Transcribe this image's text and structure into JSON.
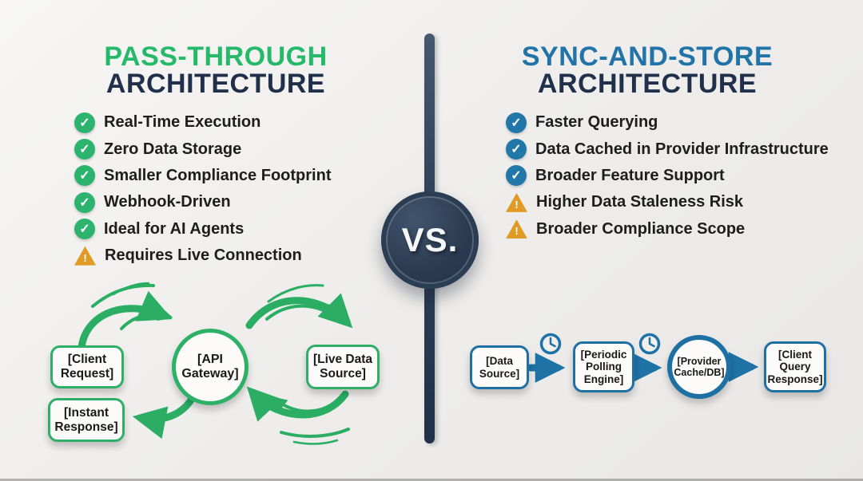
{
  "center": {
    "vs_label": "VS."
  },
  "colors": {
    "green_accent": "#25b969",
    "blue_accent": "#2173a8",
    "dark_navy": "#20304a",
    "warning_orange": "#e09a26",
    "background": "#efeeec"
  },
  "left": {
    "title_accent": "PASS-THROUGH",
    "title_rest": "ARCHITECTURE",
    "items": [
      {
        "icon": "check-icon",
        "label": "Real-Time Execution"
      },
      {
        "icon": "check-icon",
        "label": "Zero Data Storage"
      },
      {
        "icon": "check-icon",
        "label": "Smaller Compliance Footprint"
      },
      {
        "icon": "check-icon",
        "label": "Webhook-Driven"
      },
      {
        "icon": "check-icon",
        "label": "Ideal for AI Agents"
      },
      {
        "icon": "warning-icon",
        "label": "Requires Live Connection"
      }
    ],
    "flow": {
      "client_request": "[Client Request]",
      "api_gateway": "[API Gateway]",
      "live_data_source": "[Live Data Source]",
      "instant_response": "[Instant Response]"
    }
  },
  "right": {
    "title_accent": "SYNC-AND-STORE",
    "title_rest": "ARCHITECTURE",
    "items": [
      {
        "icon": "check-icon",
        "label": "Faster Querying"
      },
      {
        "icon": "check-icon",
        "label": "Data Cached in Provider Infrastructure"
      },
      {
        "icon": "check-icon",
        "label": "Broader Feature Support"
      },
      {
        "icon": "warning-icon",
        "label": "Higher Data Staleness Risk"
      },
      {
        "icon": "warning-icon",
        "label": "Broader Compliance Scope"
      }
    ],
    "flow": {
      "data_source": "[Data Source]",
      "polling_engine": "[Periodic Polling Engine]",
      "provider_cache": "[Provider Cache/DB]",
      "client_query_response": "[Client Query Response]"
    }
  }
}
